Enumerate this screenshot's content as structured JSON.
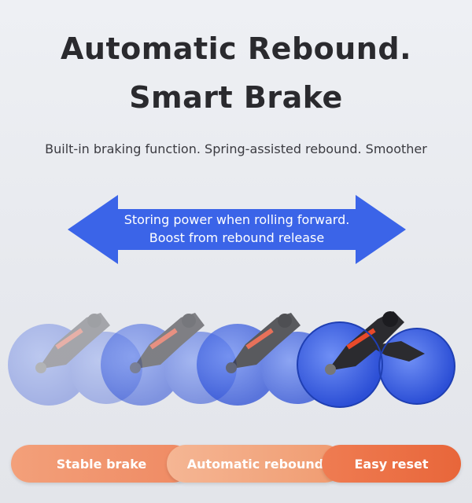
{
  "headline": {
    "line1": "Automatic Rebound.",
    "line2": "Smart Brake"
  },
  "subtitle": "Built-in braking function. Spring-assisted rebound. Smoother",
  "arrow": {
    "line1": "Storing power when rolling forward.",
    "line2": "Boost from rebound release"
  },
  "features": [
    {
      "label": "Stable brake"
    },
    {
      "label": "Automatic rebound"
    },
    {
      "label": "Easy reset"
    }
  ],
  "colors": {
    "accent_blue": "#3b64e8",
    "accent_orange": "#ef7c52",
    "text_dark": "#2a2a2e"
  }
}
